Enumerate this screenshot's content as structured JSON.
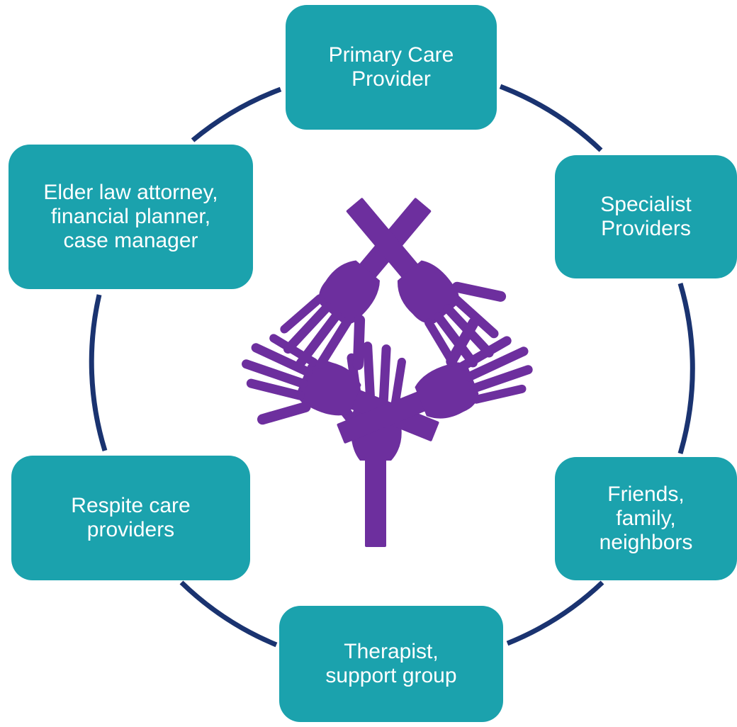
{
  "colors": {
    "node_fill": "#1ba2ad",
    "node_text": "#ffffff",
    "ring": "#1a3370",
    "hands": "#6d2f9e"
  },
  "center_icon": "five-hands-together-icon",
  "nodes": {
    "primary": {
      "label": "Primary Care\nProvider"
    },
    "specialist": {
      "label": "Specialist\nProviders"
    },
    "friends": {
      "label": "Friends,\nfamily,\nneighbors"
    },
    "therapist": {
      "label": "Therapist,\nsupport group"
    },
    "respite": {
      "label": "Respite care\nproviders"
    },
    "elder": {
      "label": "Elder law attorney,\nfinancial planner,\ncase manager"
    }
  }
}
